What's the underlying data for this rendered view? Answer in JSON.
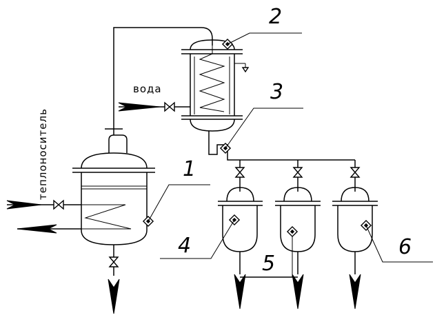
{
  "labels": {
    "heat_carrier": "теплоноситель",
    "water": "вода"
  },
  "callouts": [
    {
      "id": "1",
      "text": "1"
    },
    {
      "id": "2",
      "text": "2"
    },
    {
      "id": "3",
      "text": "3"
    },
    {
      "id": "4",
      "text": "4"
    },
    {
      "id": "5",
      "text": "5"
    },
    {
      "id": "6",
      "text": "6"
    }
  ],
  "colors": {
    "stroke": "#000000",
    "background": "#ffffff"
  },
  "icons": [
    "valve-icon",
    "sensor-icon",
    "flow-arrow-icon",
    "coil-icon",
    "relief-valve-icon"
  ]
}
